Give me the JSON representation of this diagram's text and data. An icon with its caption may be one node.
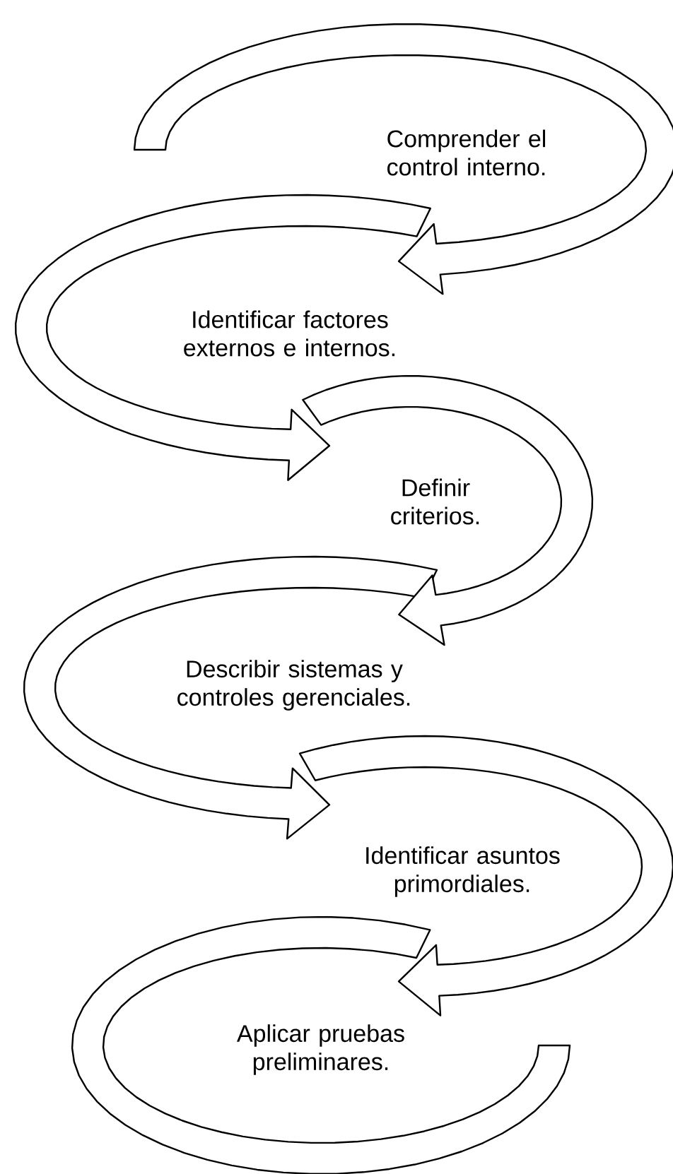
{
  "diagram": {
    "nodes": [
      {
        "text": [
          "Comprender el control interno."
        ]
      },
      {
        "text": [
          "Identificar factores externos e internos."
        ]
      },
      {
        "text": [
          "Definir criterios."
        ]
      },
      {
        "text": [
          "Describir sistemas y controles gerenciales."
        ]
      },
      {
        "text": [
          "Identificar asuntos primordiales."
        ]
      },
      {
        "text": [
          "Aplicar pruebas preliminares."
        ]
      }
    ],
    "edges": [
      {
        "from": 0,
        "to": 1,
        "arrow": "to"
      },
      {
        "from": 1,
        "to": 2,
        "arrow": "to"
      },
      {
        "from": 2,
        "to": 3,
        "arrow": "to"
      },
      {
        "from": 3,
        "to": 4,
        "arrow": "to"
      },
      {
        "from": 4,
        "to": 5,
        "arrow": "to"
      },
      {
        "from": 5,
        "to": null,
        "arrow": "none"
      }
    ]
  }
}
